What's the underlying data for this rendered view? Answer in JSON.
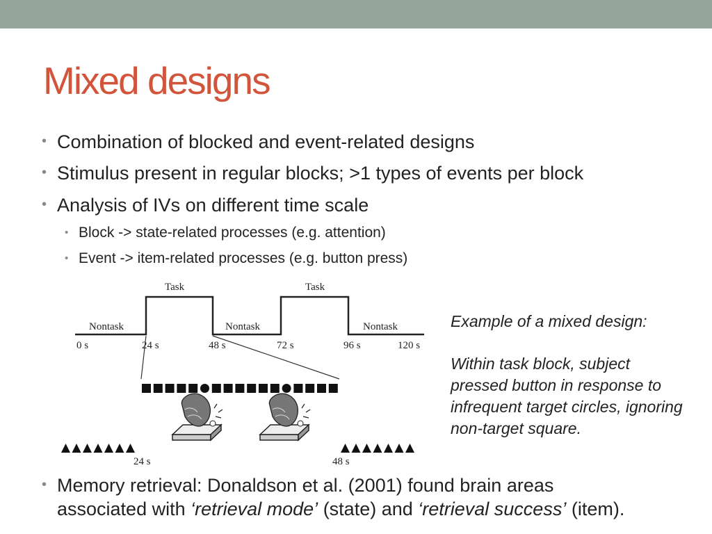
{
  "slide": {
    "title": "Mixed designs",
    "bullets": [
      "Combination of blocked and event-related designs",
      "Stimulus present in regular blocks; >1 types of events per block",
      "Analysis of IVs on different time scale"
    ],
    "sub_bullets": [
      "Block -> state-related processes (e.g. attention)",
      "Event -> item-related processes (e.g. button press)"
    ],
    "last_bullet": {
      "part1": "Memory retrieval: Donaldson et al. (2001) found brain areas",
      "part2": "associated with ",
      "italic1": "‘retrieval mode’",
      "part3": " (state) and ",
      "italic2": "‘retrieval success’",
      "part4": " (item)."
    }
  },
  "figure": {
    "task_labels": [
      "Task",
      "Task"
    ],
    "nontask_labels": [
      "Nontask",
      "Nontask",
      "Nontask"
    ],
    "time_labels": [
      "0 s",
      "24 s",
      "48 s",
      "72 s",
      "96 s",
      "120 s"
    ],
    "zoom_time_labels": [
      "24 s",
      "48 s"
    ],
    "stimulus_sequence": [
      "square",
      "square",
      "square",
      "square",
      "square",
      "circle",
      "square",
      "square",
      "square",
      "square",
      "square",
      "square",
      "circle",
      "square",
      "square",
      "square",
      "square"
    ]
  },
  "caption": {
    "heading": "Example of a mixed design:",
    "body": "Within task block, subject pressed button in response to infrequent target circles, ignoring non-target square."
  }
}
